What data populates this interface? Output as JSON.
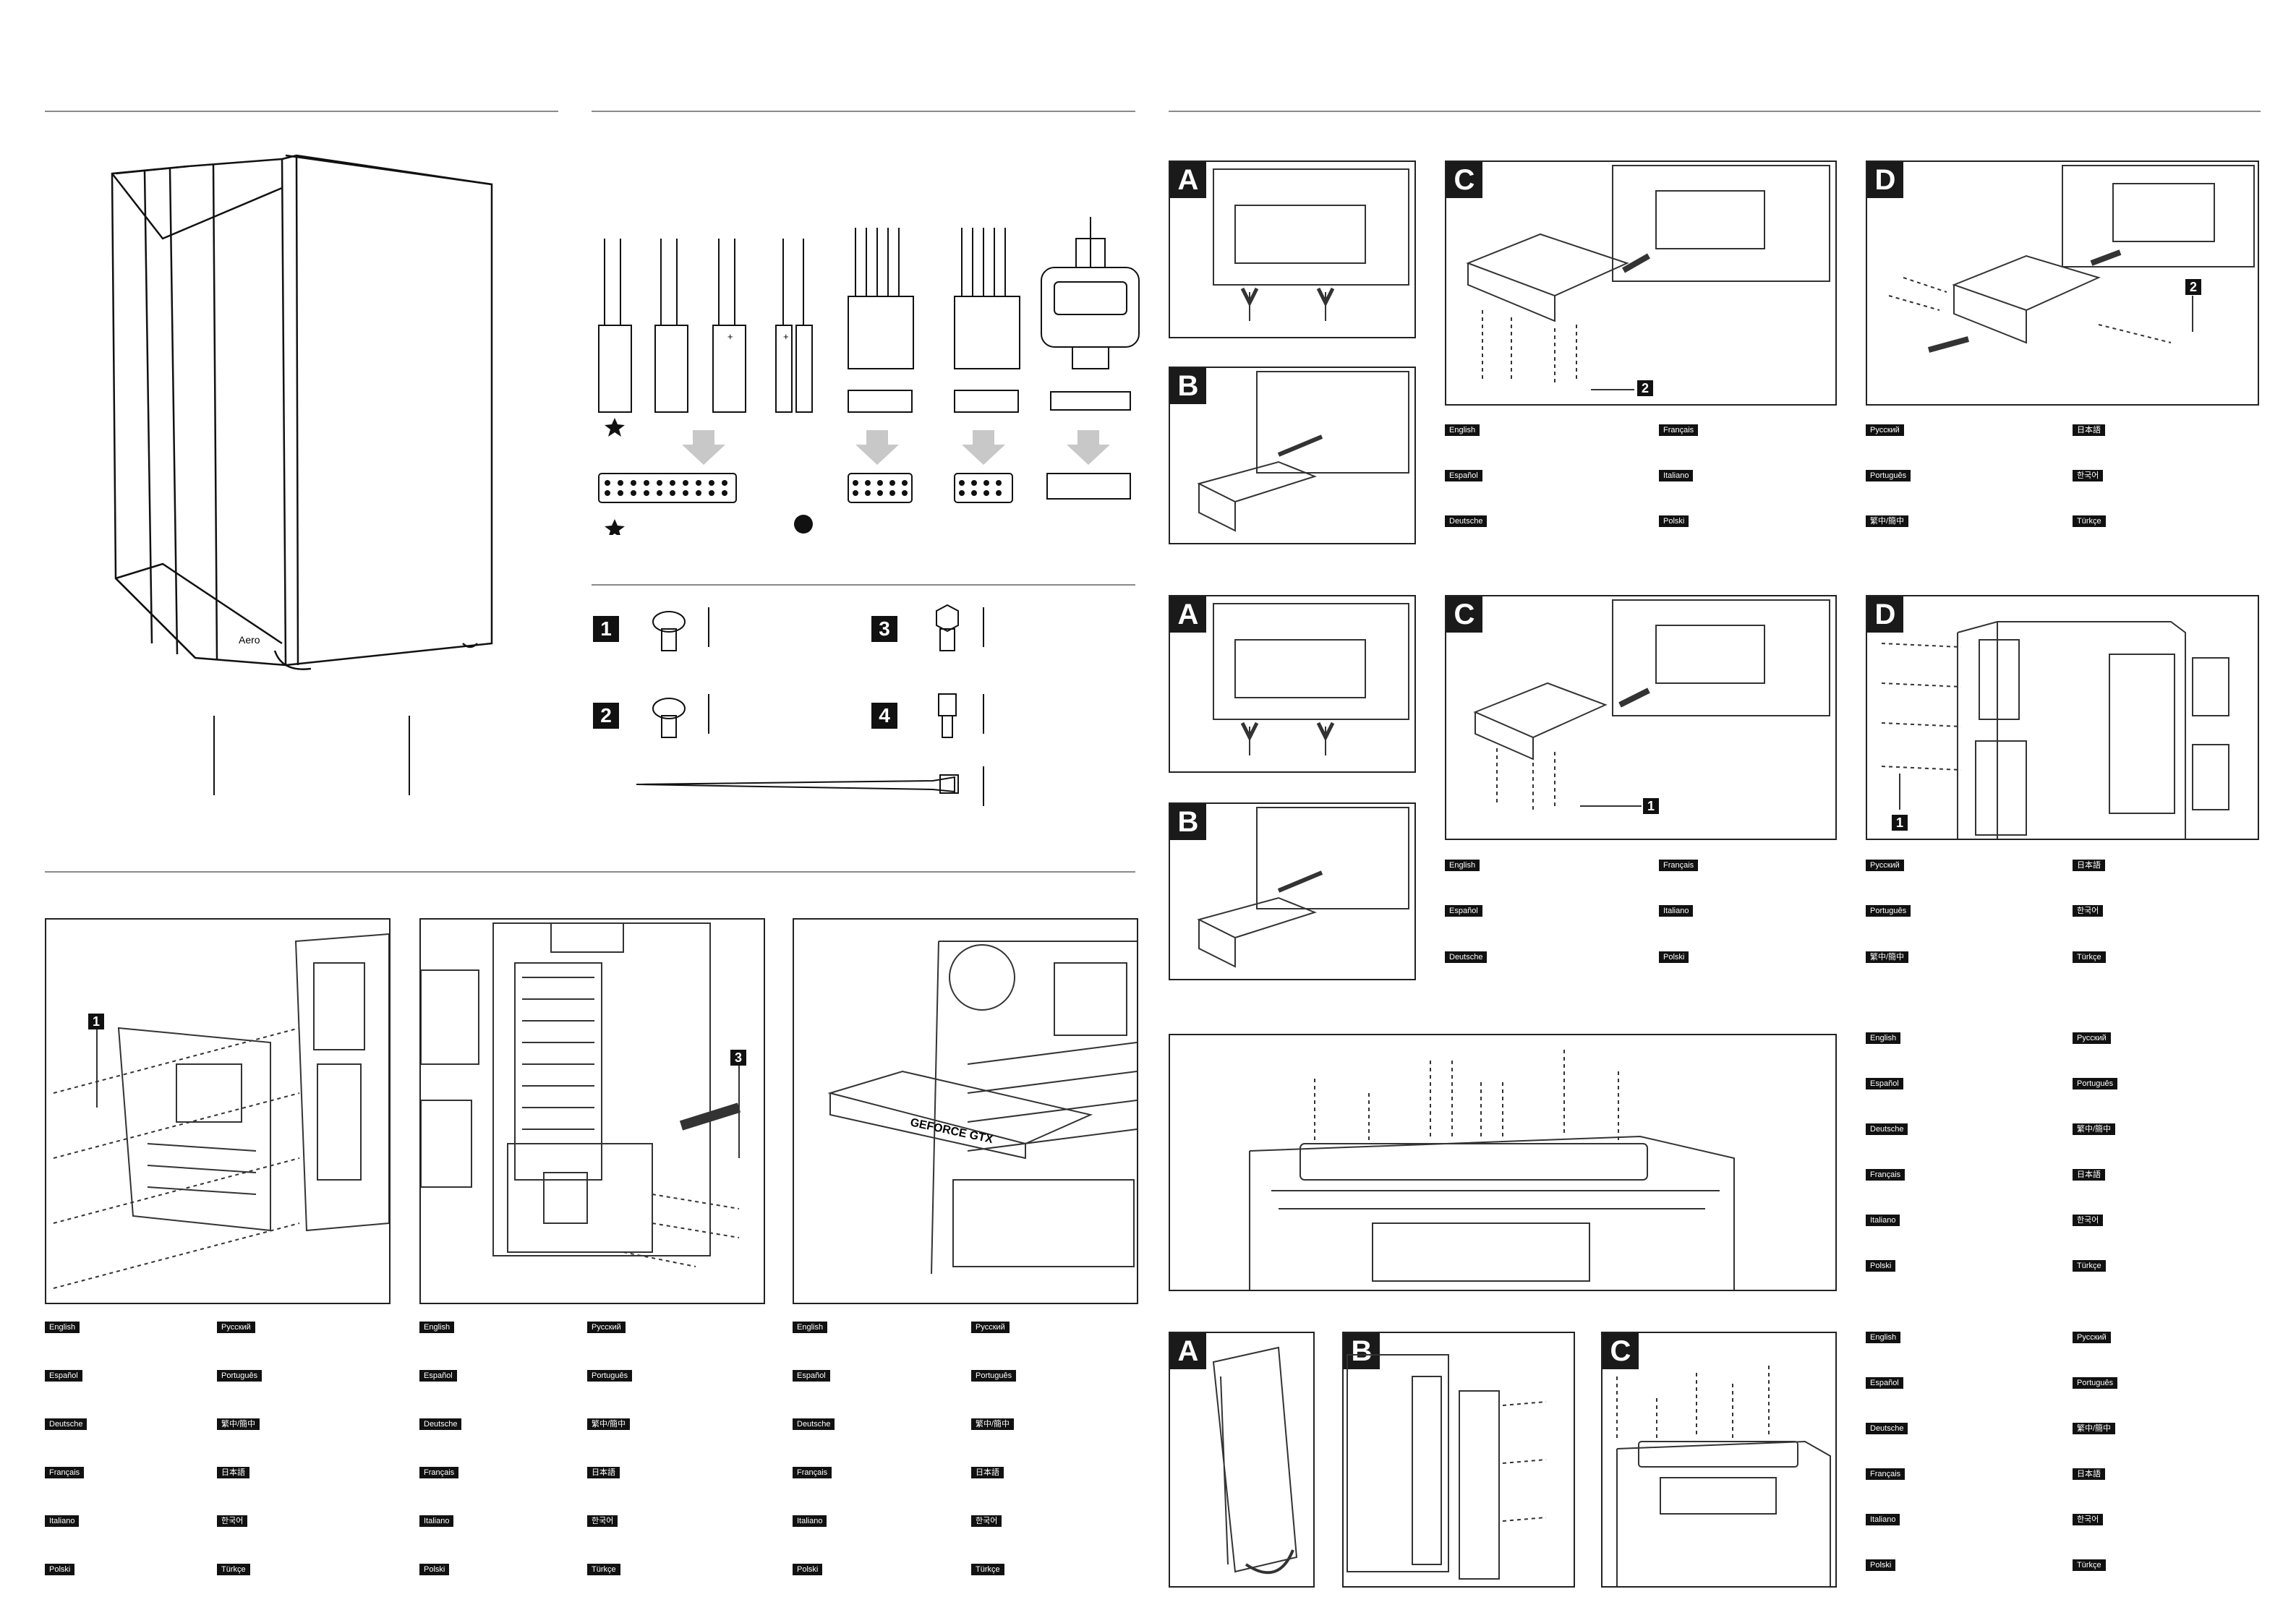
{
  "panel_letters": {
    "a": "A",
    "b": "B",
    "c": "C",
    "d": "D"
  },
  "numbers": {
    "n1": "1",
    "n2": "2",
    "n3": "3",
    "n4": "4"
  },
  "langs": {
    "english": "English",
    "espanol": "Español",
    "deutsche": "Deutsche",
    "francais": "Français",
    "italiano": "Italiano",
    "polski": "Polski",
    "russian": "Русский",
    "portugues": "Português",
    "chinese": "繁中/簡中",
    "japanese": "日本語",
    "korean": "한국어",
    "turkce": "Türkçe"
  },
  "labels": {
    "case_logo": "Aero",
    "gpu_brand": "GEFORCE GTX",
    "plus": "+",
    "minus": "-"
  },
  "icons": {
    "star": "star-icon",
    "dot": "dot-icon",
    "arrow": "down-arrow-icon"
  }
}
